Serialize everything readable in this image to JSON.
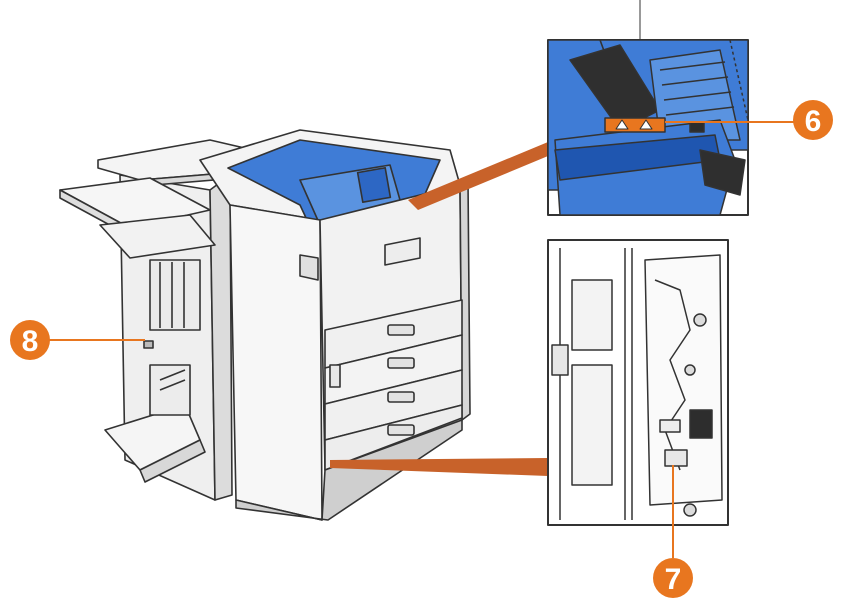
{
  "figure": {
    "callouts": [
      {
        "id": "callout-6",
        "label": "6"
      },
      {
        "id": "callout-7",
        "label": "7"
      },
      {
        "id": "callout-8",
        "label": "8"
      }
    ]
  },
  "colors": {
    "callout": "#e8761f",
    "leader": "#c8622a",
    "blue": "#3f7cd6",
    "blue_dark": "#1f56b0",
    "line": "#333333",
    "body": "#f7f7f7",
    "shade": "#dcdcdc"
  }
}
